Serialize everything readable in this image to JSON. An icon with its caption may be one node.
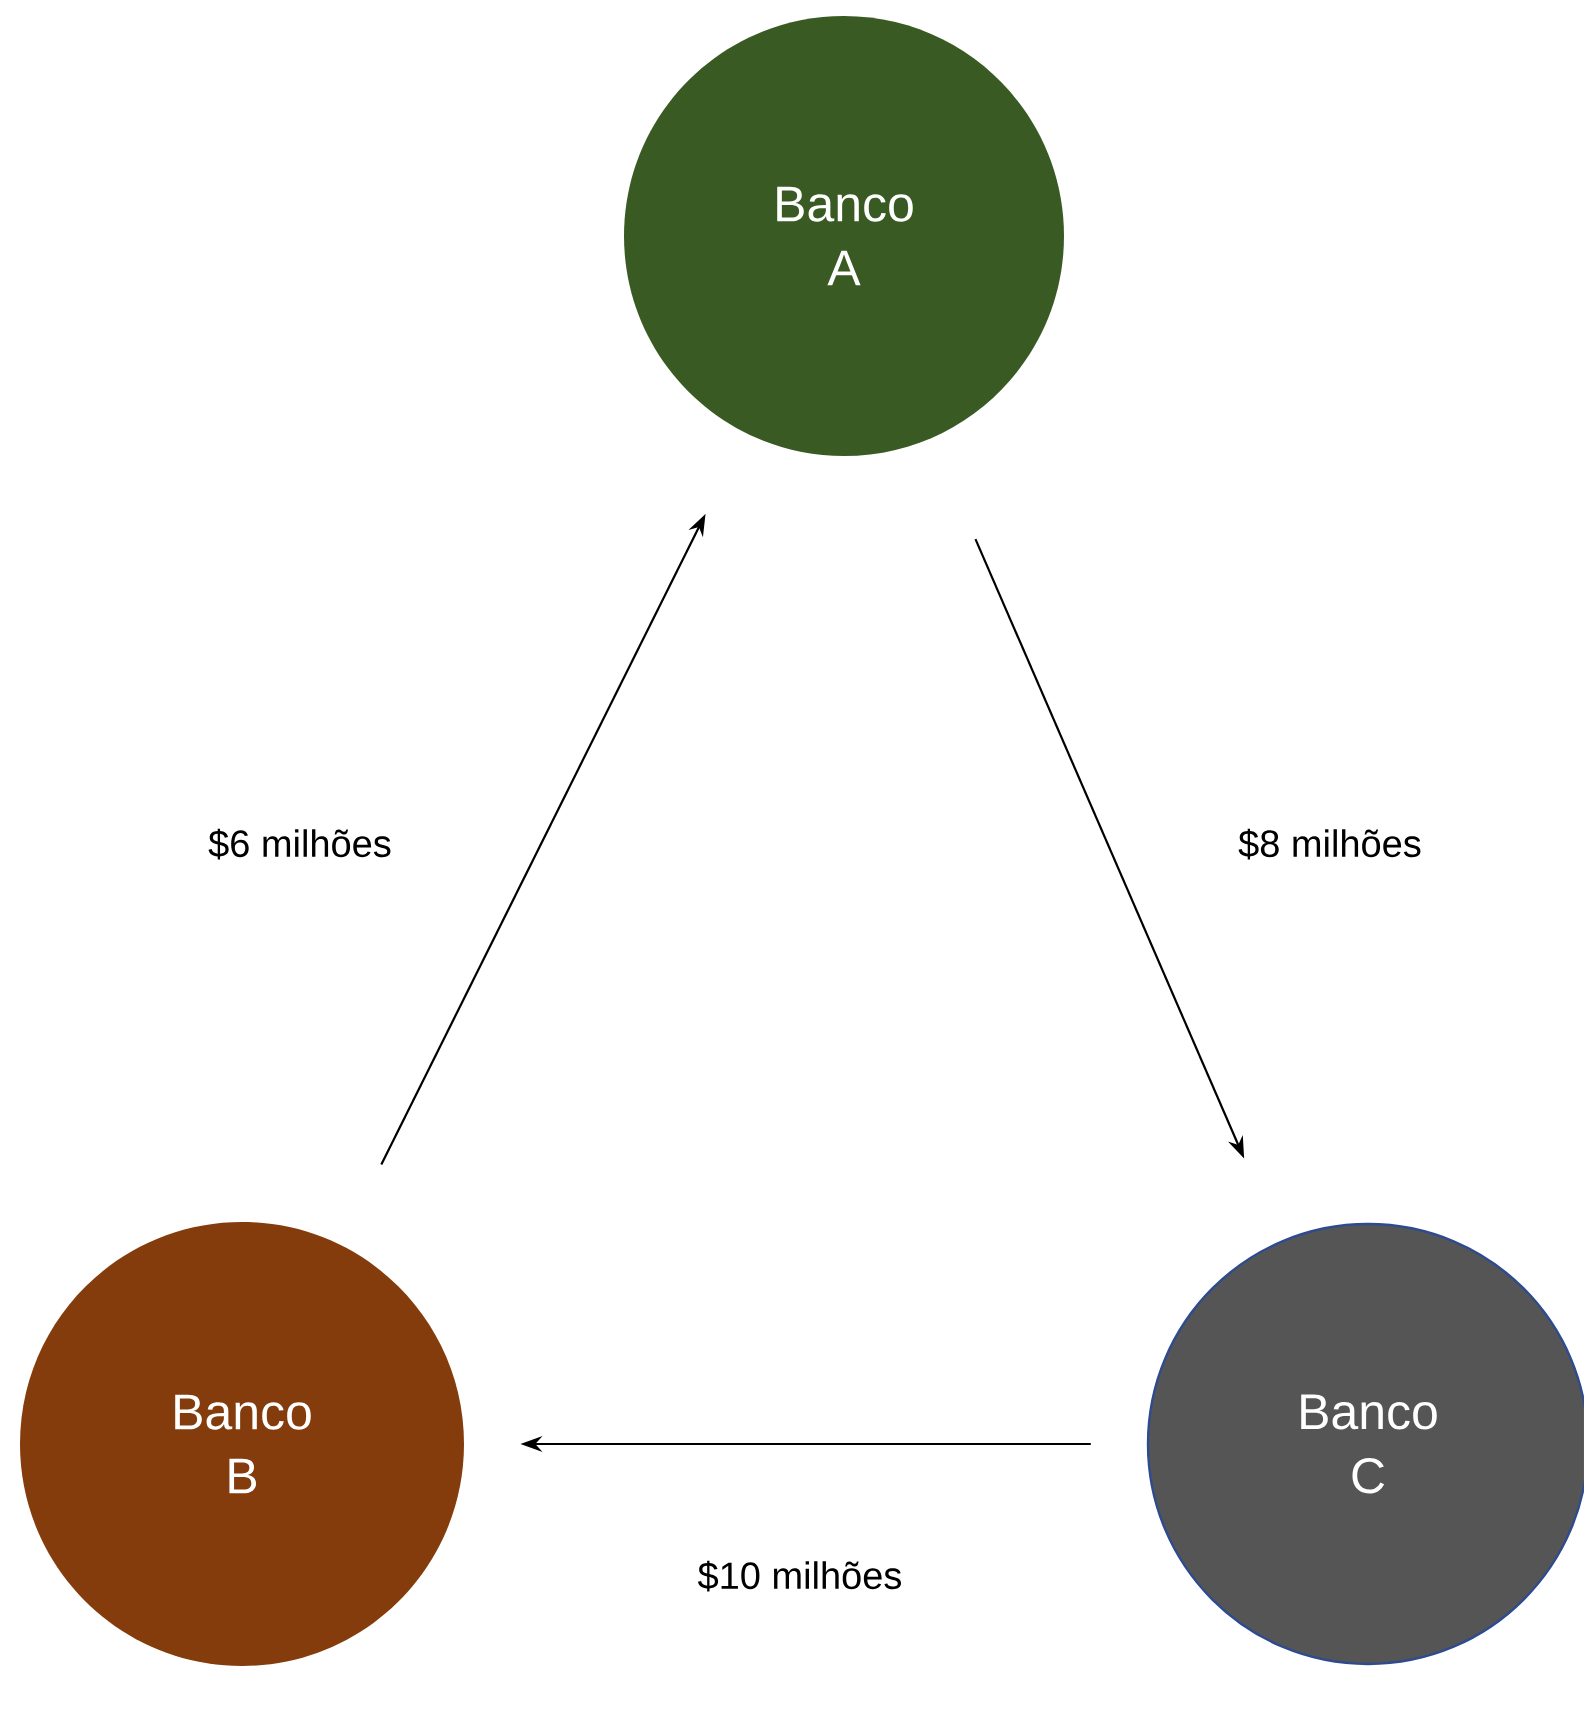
{
  "diagram": {
    "nodes": [
      {
        "text": [
          "Banco A"
        ]
      },
      {
        "text": [
          "Banco B"
        ]
      },
      {
        "text": [
          "Banco C"
        ]
      }
    ],
    "edges": [
      {
        "from": 1,
        "to": 0,
        "arrow": "to",
        "label": "$6 milhões"
      },
      {
        "from": 0,
        "to": 2,
        "arrow": "to",
        "label": "$8 milhões"
      },
      {
        "from": 2,
        "to": 1,
        "arrow": "to",
        "label": "$10 milhões"
      }
    ]
  }
}
